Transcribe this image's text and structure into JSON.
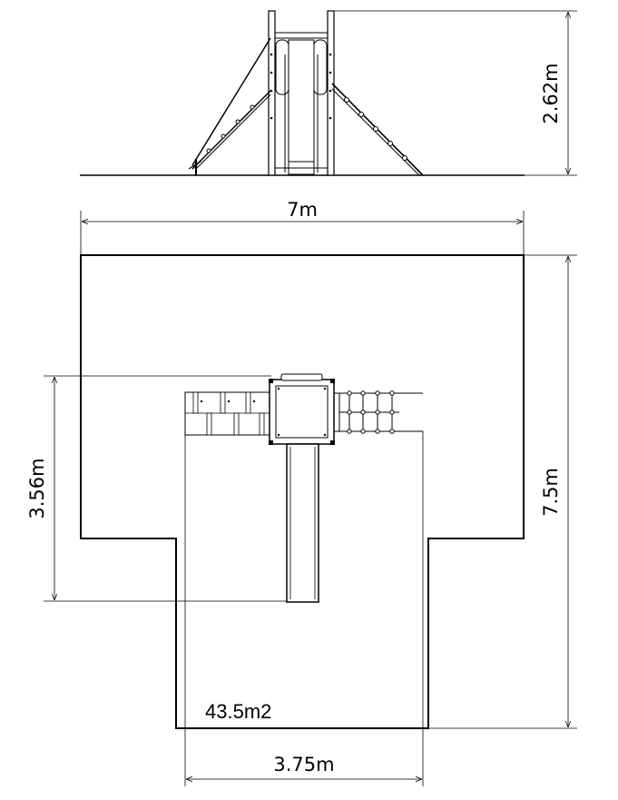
{
  "dimensions": {
    "height": "2.62m",
    "width": "7m",
    "depth": "7.5m",
    "inner_depth": "3.56m",
    "bottom_width": "3.75m"
  },
  "area_label": "43.5m2"
}
